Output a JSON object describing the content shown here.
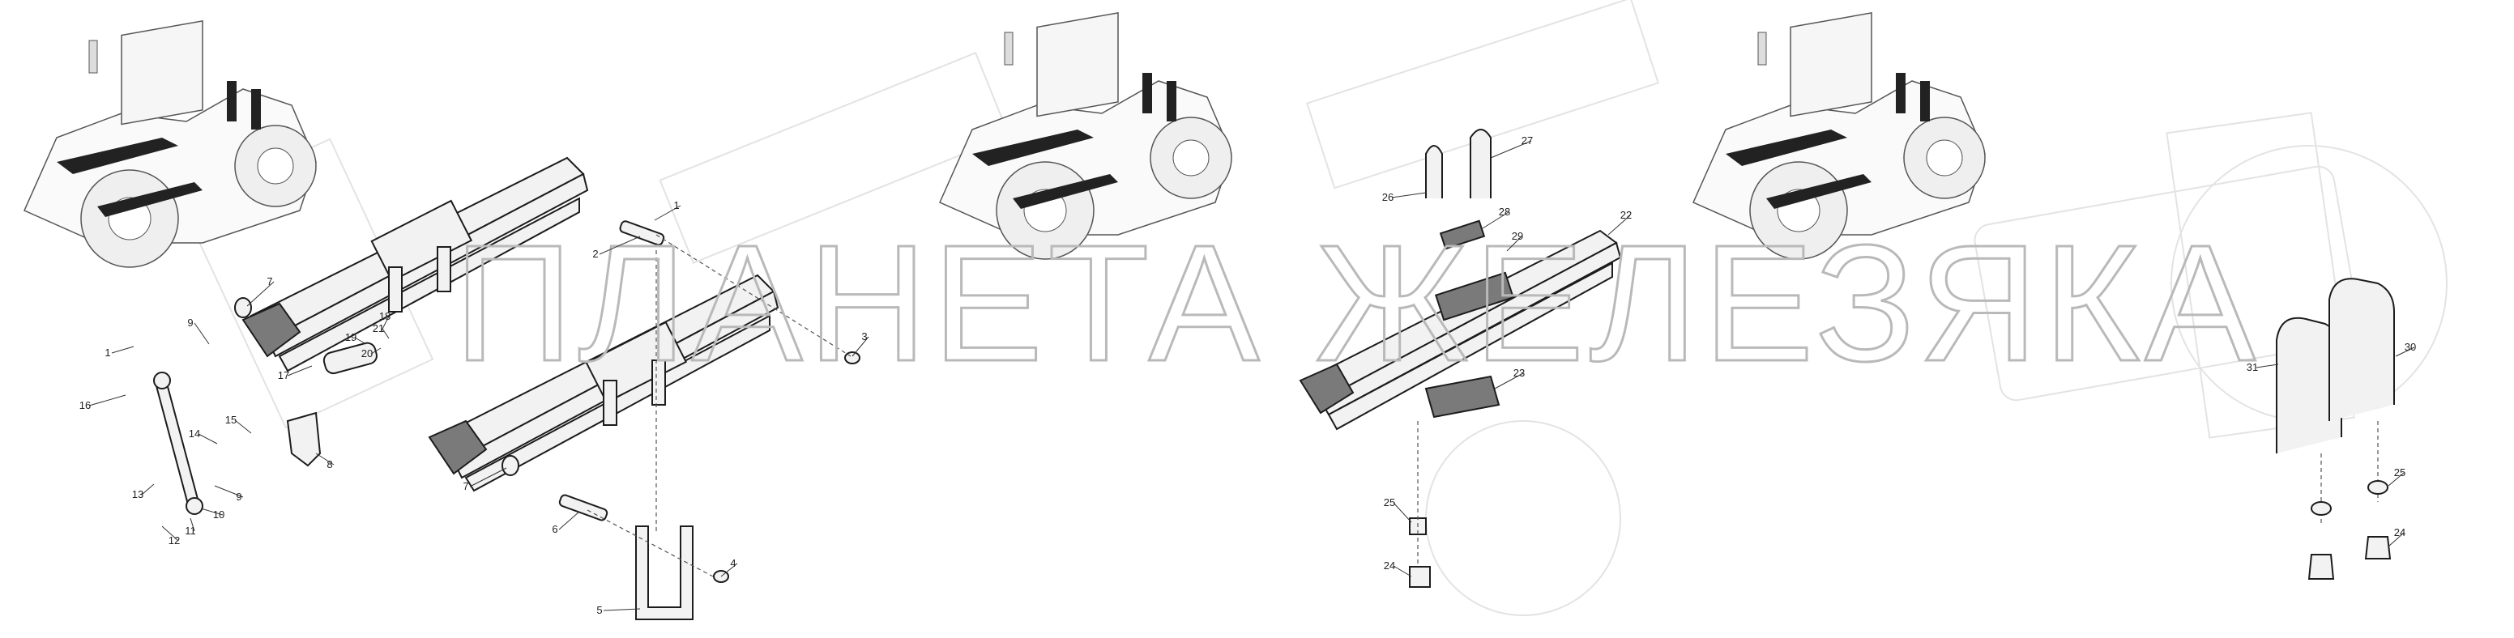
{
  "watermark": "ПЛАНЕТА ЖЕЛЕЗЯКА",
  "callouts_left": [
    "1",
    "2",
    "3",
    "4",
    "5",
    "6",
    "7",
    "7",
    "8",
    "9",
    "9",
    "10",
    "11",
    "12",
    "13",
    "14",
    "15",
    "16",
    "17",
    "18",
    "19",
    "20",
    "21",
    "1"
  ],
  "callouts_middle": [
    "22",
    "23",
    "24",
    "25",
    "26",
    "27",
    "28",
    "29"
  ],
  "callouts_right": [
    "24",
    "25",
    "30",
    "31"
  ]
}
